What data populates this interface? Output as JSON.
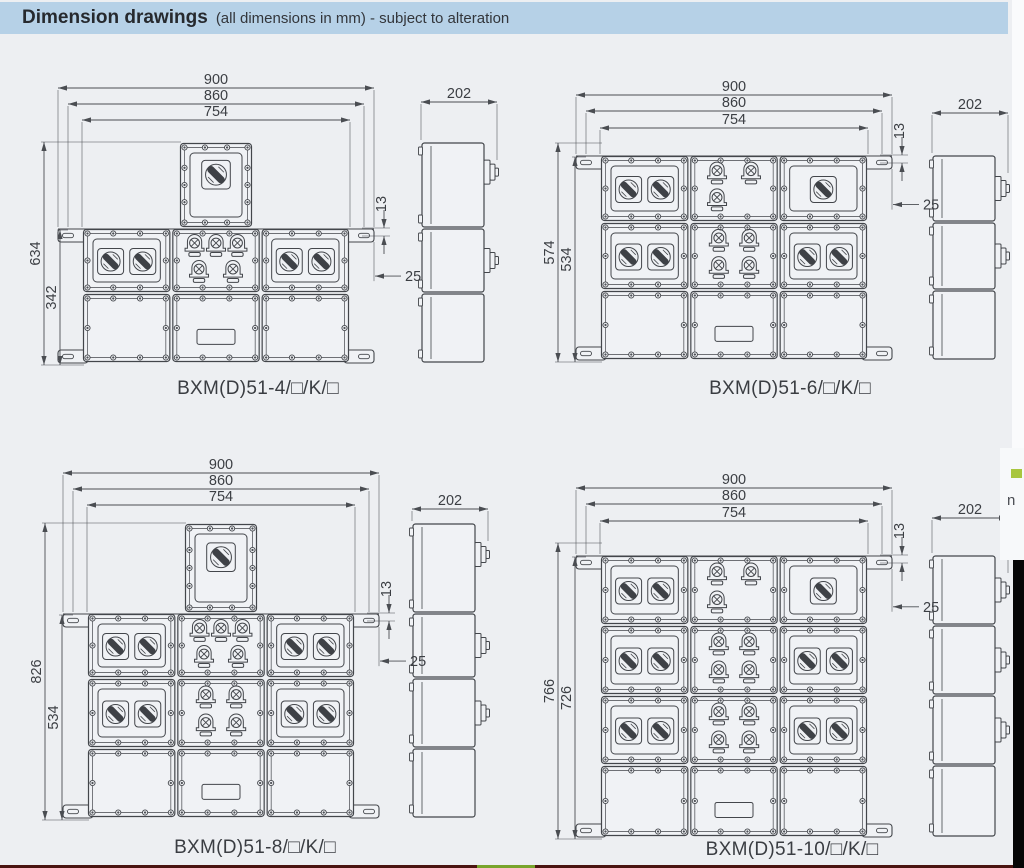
{
  "header": {
    "title": "Dimension drawings",
    "subtitle": "(all dimensions in mm) - subject to alteration"
  },
  "drawings": [
    {
      "model": "BXM(D)51-4",
      "caption": "BXM(D)51-4/□/K/□",
      "dims": {
        "overall_width": "900",
        "mounting_width": "860",
        "body_width": "754",
        "overall_height": "634",
        "mounting_height": "342",
        "bracket_hole_offset": "13",
        "bracket_overhang": "25",
        "depth": "202"
      },
      "front": {
        "top_box": "switch-1",
        "rows": [
          [
            "switch-2",
            "lamps-5",
            "switch-2"
          ],
          [
            "blank",
            "blank-label",
            "blank"
          ]
        ]
      },
      "side_view": {
        "sections": 3
      }
    },
    {
      "model": "BXM(D)51-6",
      "caption": "BXM(D)51-6/□/K/□",
      "dims": {
        "overall_width": "900",
        "mounting_width": "860",
        "body_width": "754",
        "overall_height": "574",
        "mounting_height": "534",
        "bracket_hole_offset": "13",
        "bracket_overhang": "25",
        "depth": "202"
      },
      "front": {
        "top_box": null,
        "rows": [
          [
            "switch-2",
            "lamps-3",
            "switch-1"
          ],
          [
            "switch-2",
            "lamps-4",
            "switch-2"
          ],
          [
            "blank",
            "blank-label",
            "blank"
          ]
        ]
      },
      "side_view": {
        "sections": 3
      }
    },
    {
      "model": "BXM(D)51-8",
      "caption": "BXM(D)51-8/□/K/□",
      "dims": {
        "overall_width": "900",
        "mounting_width": "860",
        "body_width": "754",
        "overall_height": "826",
        "mounting_height": "534",
        "bracket_hole_offset": "13",
        "bracket_overhang": "25",
        "depth": "202"
      },
      "front": {
        "top_box": "switch-1",
        "rows": [
          [
            "switch-2",
            "lamps-5",
            "switch-2"
          ],
          [
            "switch-2",
            "lamps-4",
            "switch-2"
          ],
          [
            "blank",
            "blank-label",
            "blank"
          ]
        ]
      },
      "side_view": {
        "sections": 4
      }
    },
    {
      "model": "BXM(D)51-10",
      "caption": "BXM(D)51-10/□/K/□",
      "dims": {
        "overall_width": "900",
        "mounting_width": "860",
        "body_width": "754",
        "overall_height": "766",
        "mounting_height": "726",
        "bracket_hole_offset": "13",
        "bracket_overhang": "25",
        "depth": "202"
      },
      "front": {
        "top_box": null,
        "rows": [
          [
            "switch-2",
            "lamps-3",
            "switch-1"
          ],
          [
            "switch-2",
            "lamps-4",
            "switch-2"
          ],
          [
            "switch-2",
            "lamps-4",
            "switch-2"
          ],
          [
            "blank",
            "blank-label",
            "blank"
          ]
        ]
      },
      "side_view": {
        "sections": 4
      }
    }
  ],
  "page_edge": {
    "fragment_text": "n",
    "accent_green": "#a8c63e",
    "edge_black": "#060606"
  }
}
